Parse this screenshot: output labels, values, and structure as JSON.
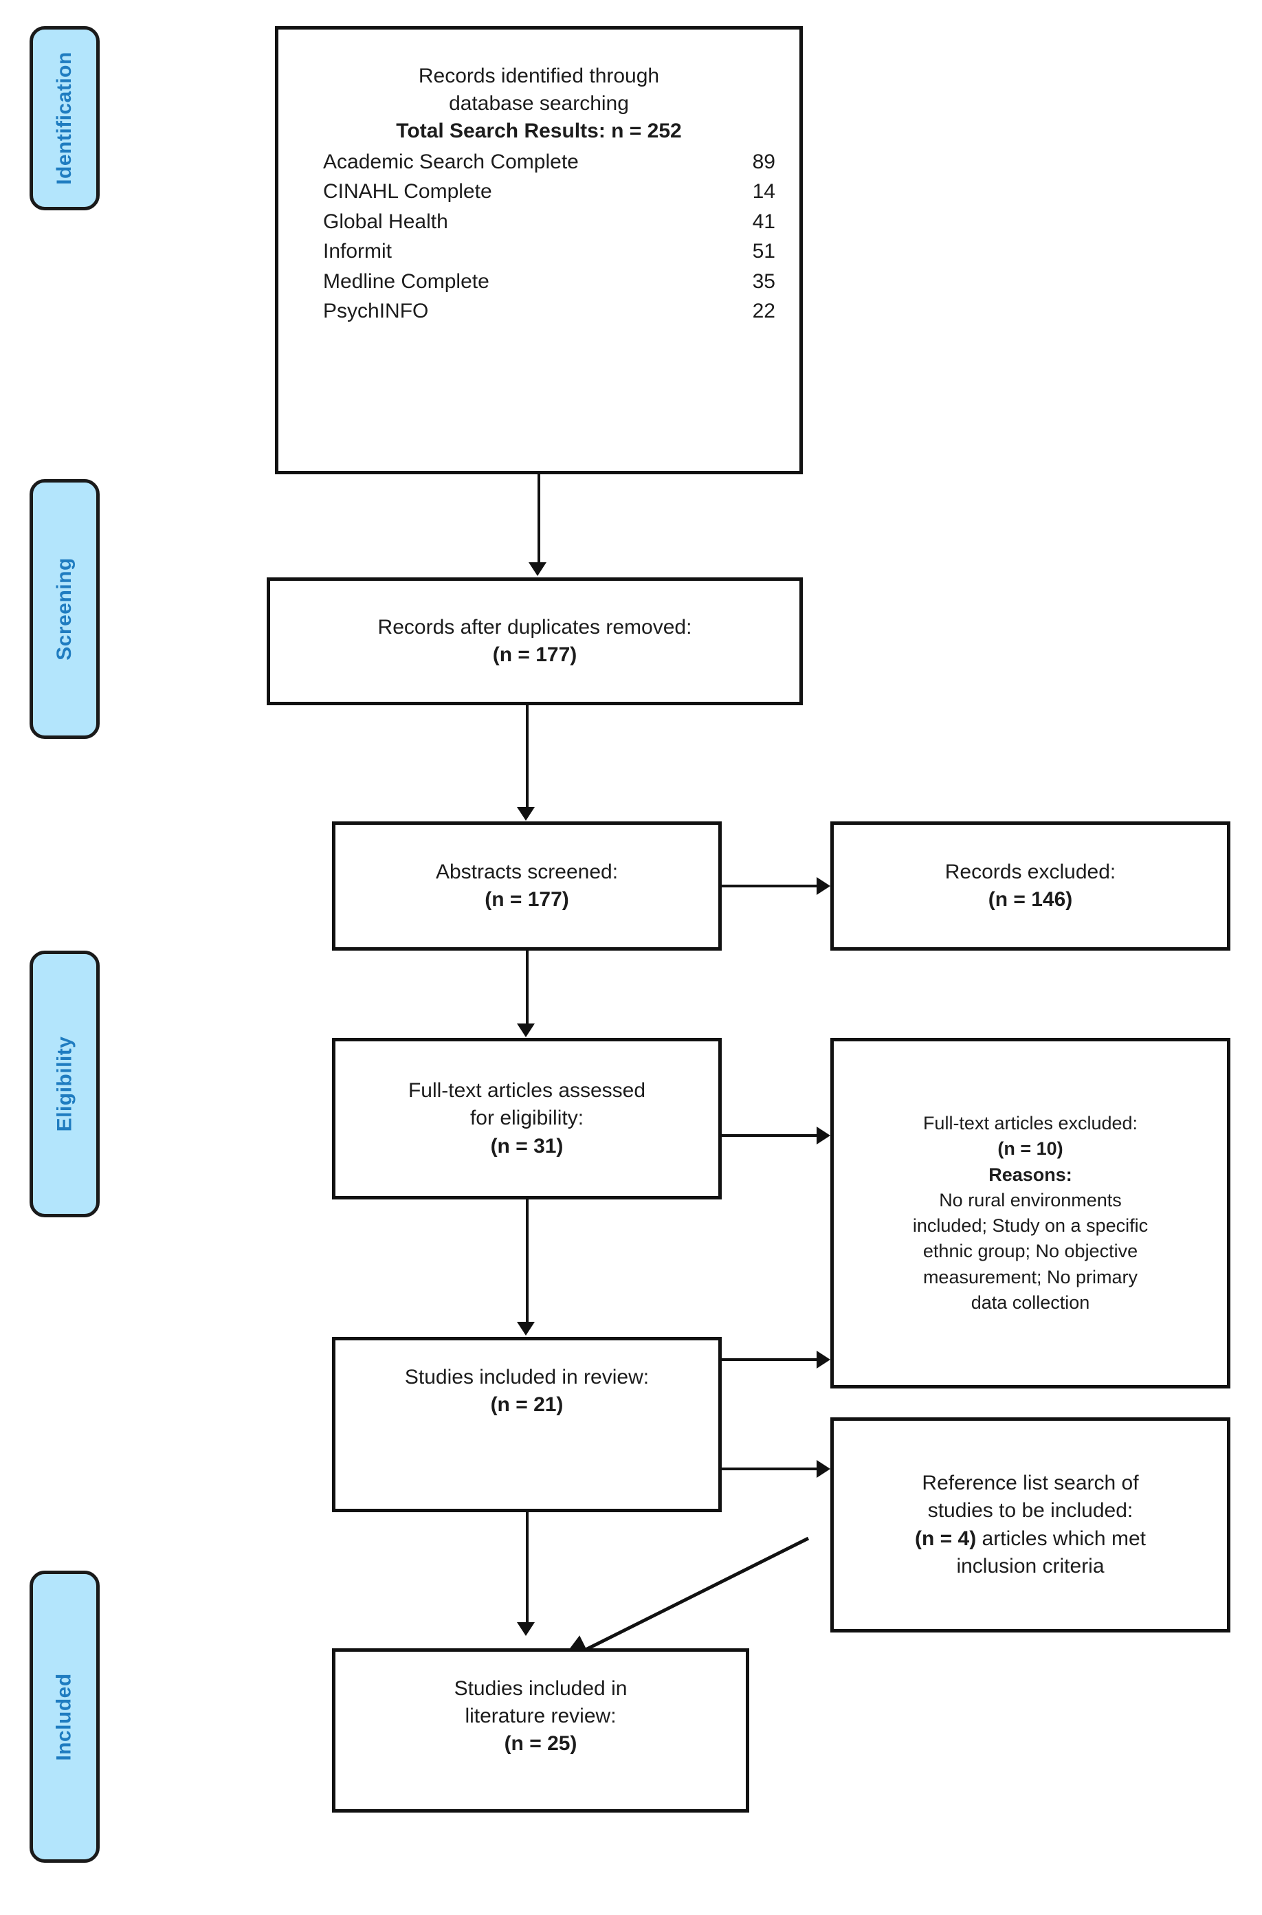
{
  "diagram": {
    "type": "prisma-flow-diagram",
    "accent_color": "#b3e5fc",
    "label_color": "#1f7cc0",
    "line_color": "#111111"
  },
  "stages": [
    {
      "label": "Identification"
    },
    {
      "label": "Screening"
    },
    {
      "label": "Eligibility"
    },
    {
      "label": "Included"
    }
  ],
  "boxes": {
    "identification": {
      "title_line1": "Records identified through",
      "title_line2": "database searching",
      "total_label": "Total Search Results: n = 252",
      "databases": [
        {
          "name": "Academic Search Complete",
          "count": "89"
        },
        {
          "name": "CINAHL Complete",
          "count": "14"
        },
        {
          "name": "Global Health",
          "count": "41"
        },
        {
          "name": "Informit",
          "count": "51"
        },
        {
          "name": "Medline Complete",
          "count": "35"
        },
        {
          "name": "PsychINFO",
          "count": "22"
        }
      ]
    },
    "duplicates_removed": {
      "line1": "Records after duplicates removed:",
      "line2": "(n = 177)"
    },
    "abstracts_screened": {
      "line1": "Abstracts screened:",
      "line2": "(n = 177)"
    },
    "records_excluded": {
      "line1": "Records excluded:",
      "line2": "(n = 146)"
    },
    "fulltext_assessed": {
      "line1": "Full-text articles assessed",
      "line2": "for eligibility:",
      "line3": "(n = 31)"
    },
    "fulltext_excluded": {
      "line1": "Full-text articles excluded:",
      "line2": "(n = 10)",
      "line3": "Reasons:",
      "line4": "No rural environments",
      "line5": "included; Study on a specific",
      "line6": "ethnic group; No objective",
      "line7": "measurement; No primary",
      "line8": "data collection"
    },
    "studies_in_review": {
      "line1": "Studies included in review:",
      "line2": "(n = 21)"
    },
    "reference_list_search": {
      "line1": "Reference list search of",
      "line2": "studies to be included:",
      "line3_bold": "(n = 4)",
      "line3_rest": " articles which met",
      "line4": "inclusion criteria"
    },
    "final_included": {
      "line1": "Studies included in",
      "line2": "literature review:",
      "line3": "(n = 25)"
    }
  }
}
